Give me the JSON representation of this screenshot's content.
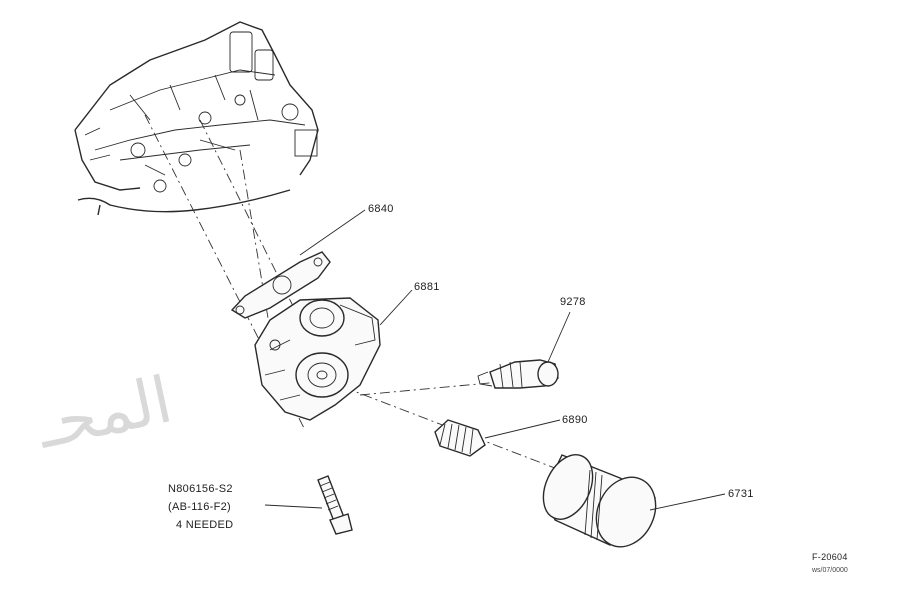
{
  "labels": {
    "gasket": "6840",
    "adapter": "6881",
    "sender": "9278",
    "connector": "6890",
    "filter": "6731",
    "bolt_part": "N806156-S2",
    "bolt_code": "(AB-116-F2)",
    "bolt_qty": "4 NEEDED"
  },
  "figure_code": "F-20604",
  "figure_code_sub": "ws/07/0000",
  "watermark": "المحـ"
}
